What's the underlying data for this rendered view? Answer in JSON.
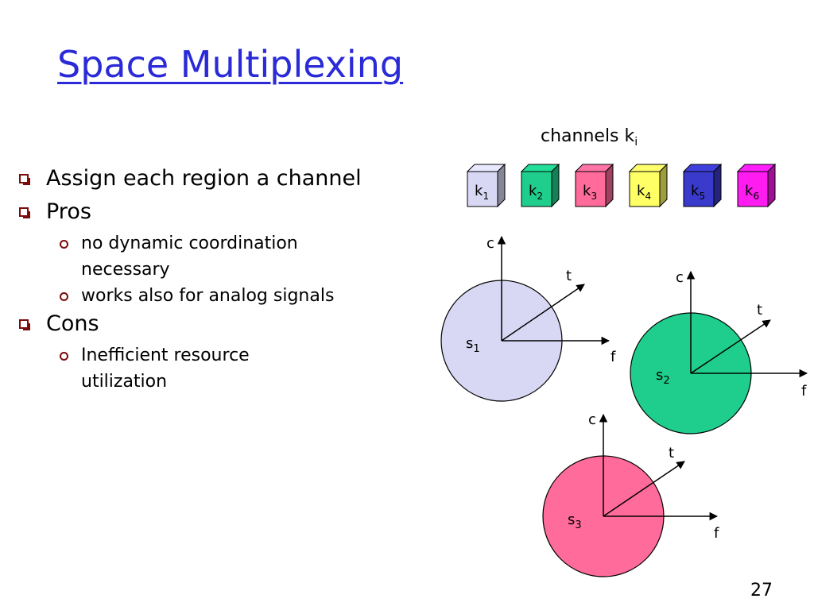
{
  "slide": {
    "title": "Space Multiplexing",
    "page_number": "27"
  },
  "bullets": [
    {
      "text": "Assign each region a channel",
      "level": 1
    },
    {
      "text": "Pros",
      "level": 1
    },
    {
      "text": "no dynamic coordination",
      "level": 2
    },
    {
      "text": "necessary",
      "level": 2,
      "continuation": true
    },
    {
      "text": "works also for analog signals",
      "level": 2
    },
    {
      "text": "Cons",
      "level": 1
    },
    {
      "text": "Inefficient resource",
      "level": 2
    },
    {
      "text": "utilization",
      "level": 2,
      "continuation": true
    }
  ],
  "diagram": {
    "channels_label": {
      "base": "channels k",
      "sub": "i"
    },
    "channels": [
      {
        "base": "k",
        "sub": "1",
        "color": "#d8d8f4"
      },
      {
        "base": "k",
        "sub": "2",
        "color": "#1fce8d"
      },
      {
        "base": "k",
        "sub": "3",
        "color": "#ff6b9a"
      },
      {
        "base": "k",
        "sub": "4",
        "color": "#ffff66"
      },
      {
        "base": "k",
        "sub": "5",
        "color": "#3a3acc"
      },
      {
        "base": "k",
        "sub": "6",
        "color": "#ff1cf0"
      }
    ],
    "axis_labels": {
      "capacity": "c",
      "time": "t",
      "frequency": "f"
    },
    "regions": [
      {
        "base": "s",
        "sub": "1",
        "color": "#d8d8f4"
      },
      {
        "base": "s",
        "sub": "2",
        "color": "#1fce8d"
      },
      {
        "base": "s",
        "sub": "3",
        "color": "#ff6b9a"
      }
    ]
  }
}
